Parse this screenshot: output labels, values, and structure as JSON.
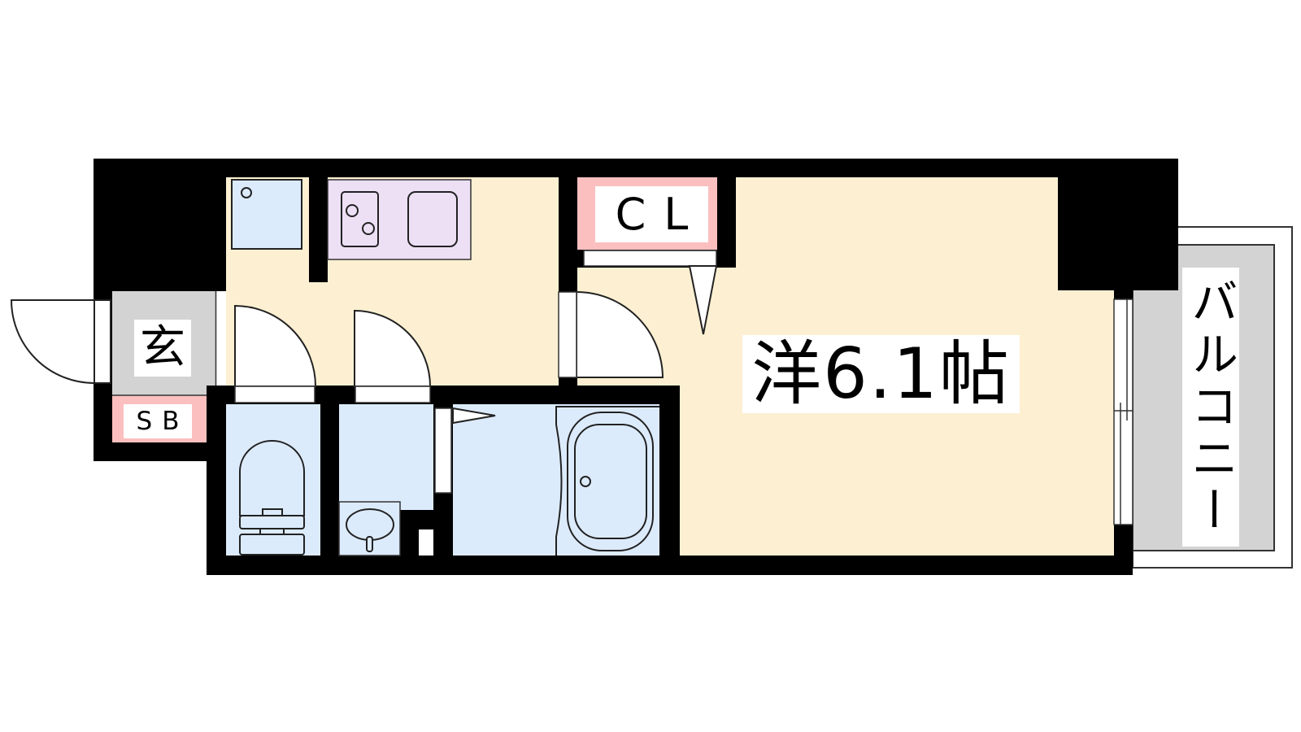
{
  "floor_plan": {
    "rooms": {
      "genkan": {
        "label": "玄"
      },
      "shoe_box": {
        "label": "SB"
      },
      "closet": {
        "label": "CL"
      },
      "western_room": {
        "label": "洋6.1帖"
      },
      "balcony": {
        "label": "バルコニー"
      }
    },
    "fixtures": [
      "washing-machine",
      "kitchen-counter",
      "two-burner-stove",
      "kitchen-sink",
      "toilet",
      "wash-basin",
      "bathtub"
    ],
    "colors": {
      "wall": "#000000",
      "living_floor": "#FDF0D2",
      "wet_area": "#DCEBFC",
      "kitchen_counter": "#EDE0F5",
      "storage": "#FBBFBF",
      "entrance": "#D3D3D3",
      "balcony": "#D3D3D3",
      "door": "#FFFFFF"
    }
  }
}
